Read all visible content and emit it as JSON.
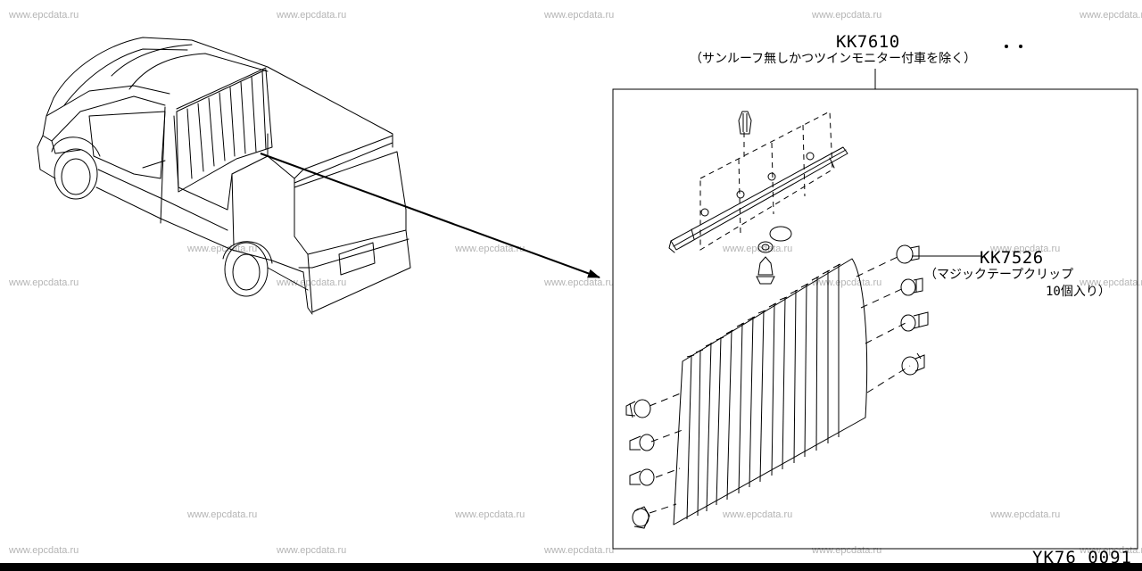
{
  "watermark": "www.epcdata.ru",
  "callouts": [
    {
      "code": "KK7610",
      "note": "（サンルーフ無しかつツインモニター付車を除く）"
    },
    {
      "code": "KK7526",
      "note_line1": "（マジックテープクリップ",
      "note_line2": "10個入り）"
    }
  ],
  "diagram_ref": "YK76 0091",
  "colors": {
    "line": "#000000",
    "watermark": "#b4b4b4",
    "background": "#ffffff"
  },
  "icons": [
    "van-illustration-icon",
    "curtain-rail-icon",
    "curtain-panel-icon",
    "fastener-clip-icon",
    "leader-arrow-icon"
  ]
}
